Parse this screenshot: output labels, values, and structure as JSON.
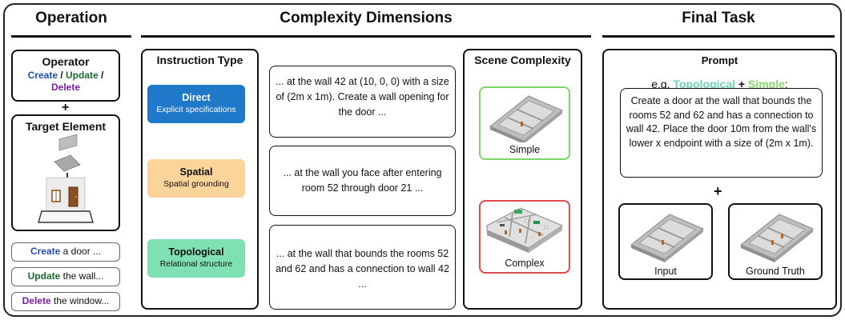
{
  "headers": {
    "operation": "Operation",
    "complexity": "Complexity Dimensions",
    "final_task": "Final Task"
  },
  "operator": {
    "title": "Operator",
    "create": "Create",
    "sep1": " / ",
    "update": "Update",
    "sep2": " /",
    "delete": "Delete",
    "plus": "+"
  },
  "target_element": {
    "title": "Target Element"
  },
  "examples": [
    {
      "verb": "Create",
      "rest": " a door ..."
    },
    {
      "verb": "Update",
      "rest": " the wall..."
    },
    {
      "verb": "Delete",
      "rest": " the window..."
    }
  ],
  "instruction_type": {
    "title": "Instruction Type",
    "items": [
      {
        "title": "Direct",
        "subtitle": "Explicit specifications",
        "color": "#1f78c8",
        "text": "... at the wall 42 at (10, 0, 0) with a size of (2m x 1m). Create a wall opening for the door ..."
      },
      {
        "title": "Spatial",
        "subtitle": "Spatial grounding",
        "color": "#fbd49b",
        "text": "... at the wall you face after entering room 52 through door 21 ..."
      },
      {
        "title": "Topological",
        "subtitle": "Relational structure",
        "color": "#7fe0b4",
        "text": "... at the wall that bounds the rooms 52 and 62 and has a connection to wall 42 ..."
      }
    ]
  },
  "scene_complexity": {
    "title": "Scene Complexity",
    "simple": {
      "label": "Simple",
      "border": "#7dd66a"
    },
    "complex": {
      "label": "Complex",
      "border": "#e14a4a"
    }
  },
  "final_task": {
    "prompt_title": "Prompt",
    "eg_prefix": "e.g. ",
    "eg_topological": "Topological",
    "eg_plus": " + ",
    "eg_simple": "Simple",
    "eg_suffix": ":",
    "prompt_text": "Create a door at the wall that bounds the rooms 52 and 62 and has a connection to wall 42. Place the door 10m from the wall's lower x endpoint with a size of (2m x 1m).",
    "plus": "+",
    "input_label": "Input",
    "ground_truth_label": "Ground Truth"
  },
  "colors": {
    "create": "#1f4fb4",
    "update": "#1d6b2f",
    "delete": "#7a1fa8",
    "topological_text": "#6fd4b2",
    "simple_text": "#8cd86a"
  }
}
